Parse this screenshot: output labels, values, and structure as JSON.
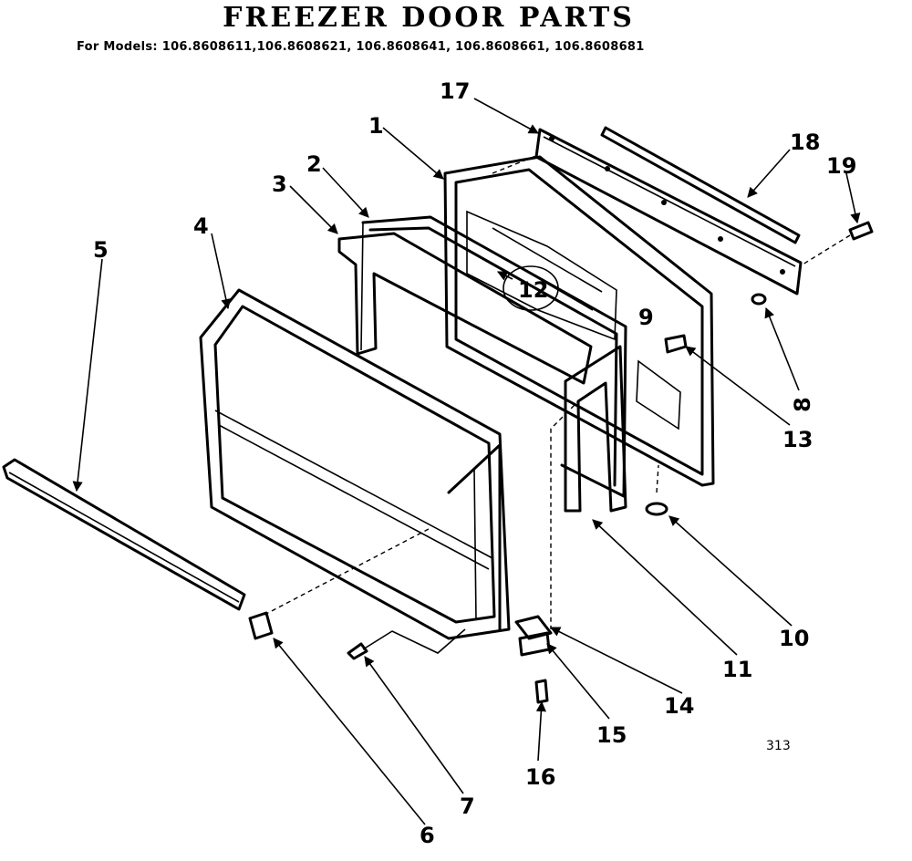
{
  "title": "FREEZER DOOR PARTS",
  "models": "For Models: 106.8608611,106.8608621, 106.8608641, 106.8608661, 106.8608681",
  "figure_id": "313",
  "callouts": [
    {
      "id": "1",
      "label": "1"
    },
    {
      "id": "2",
      "label": "2"
    },
    {
      "id": "3",
      "label": "3"
    },
    {
      "id": "4",
      "label": "4"
    },
    {
      "id": "5",
      "label": "5"
    },
    {
      "id": "6",
      "label": "6"
    },
    {
      "id": "7",
      "label": "7"
    },
    {
      "id": "8",
      "label": "8"
    },
    {
      "id": "9",
      "label": "9"
    },
    {
      "id": "10",
      "label": "10"
    },
    {
      "id": "11",
      "label": "11"
    },
    {
      "id": "12",
      "label": "12"
    },
    {
      "id": "13",
      "label": "13"
    },
    {
      "id": "14",
      "label": "14"
    },
    {
      "id": "15",
      "label": "15"
    },
    {
      "id": "16",
      "label": "16"
    },
    {
      "id": "17",
      "label": "17"
    },
    {
      "id": "18",
      "label": "18"
    },
    {
      "id": "19",
      "label": "19"
    }
  ]
}
